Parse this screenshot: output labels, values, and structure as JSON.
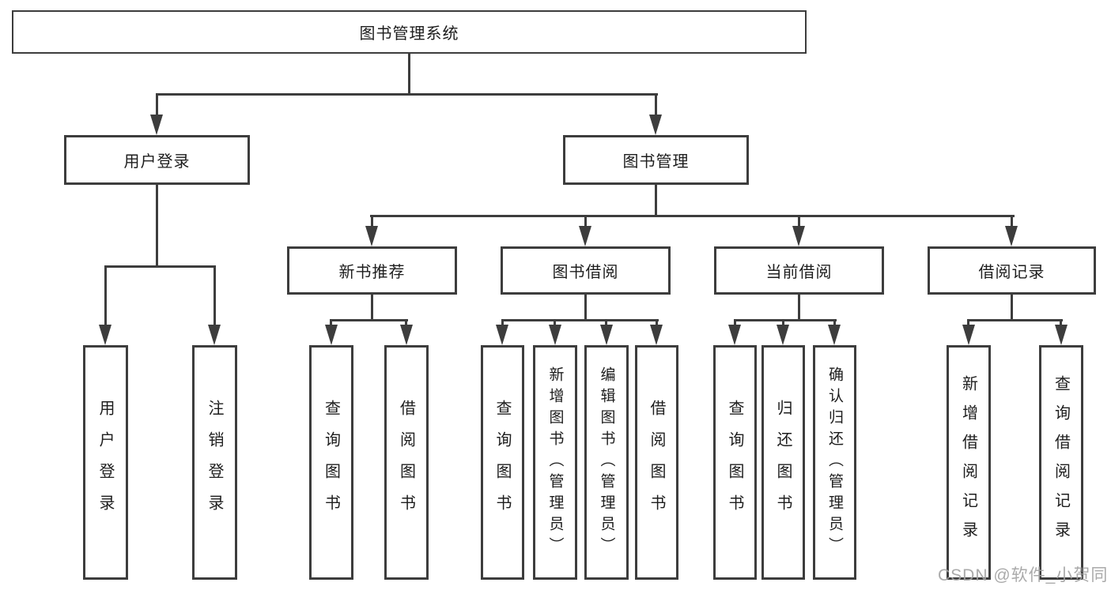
{
  "colors": {
    "line": "#3d3d3d",
    "box_border": "#3d3d3d",
    "box_fill": "#ffffff",
    "text": "#1d1d1d",
    "watermark": "#a3a3a3",
    "background": "#ffffff"
  },
  "watermark": "CSDN @软件_小贺同学",
  "tree": {
    "label": "图书管理系统",
    "children": [
      {
        "label": "用户登录",
        "children": [
          {
            "label": "用户登录"
          },
          {
            "label": "注销登录"
          }
        ]
      },
      {
        "label": "图书管理",
        "children": [
          {
            "label": "新书推荐",
            "children": [
              {
                "label": "查询图书"
              },
              {
                "label": "借阅图书"
              }
            ]
          },
          {
            "label": "图书借阅",
            "children": [
              {
                "label": "查询图书"
              },
              {
                "label": "新增图书（管理员）"
              },
              {
                "label": "编辑图书（管理员）"
              },
              {
                "label": "借阅图书"
              }
            ]
          },
          {
            "label": "当前借阅",
            "children": [
              {
                "label": "查询图书"
              },
              {
                "label": "归还图书"
              },
              {
                "label": "确认归还（管理员）"
              }
            ]
          },
          {
            "label": "借阅记录",
            "children": [
              {
                "label": "新增借阅记录"
              },
              {
                "label": "查询借阅记录"
              }
            ]
          }
        ]
      }
    ]
  }
}
